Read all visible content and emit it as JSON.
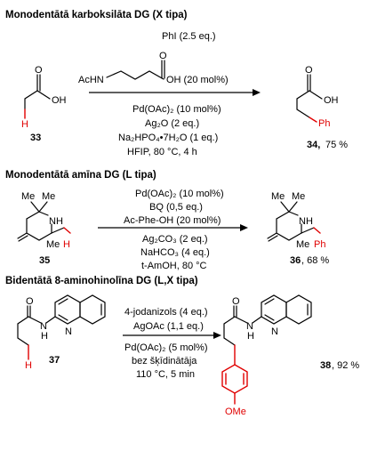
{
  "sections": [
    {
      "header": "Monodentātā karboksilāta DG (X tipa)",
      "reagent_top": "PhI (2.5 eq.)",
      "ligand": {
        "AcHN": "AcHN",
        "O": "O",
        "OH_pct": "OH (20 mol%)"
      },
      "conditions": [
        "Pd(OAc)₂ (10 mol%)",
        "Ag₂O (2 eq.)",
        "Na₂HPO₄•7H₂O (1 eq.)",
        "HFIP, 80 °C, 4 h"
      ],
      "substrate": {
        "O": "O",
        "OH": "OH",
        "H": "H",
        "label": "33"
      },
      "product": {
        "O": "O",
        "OH": "OH",
        "Ph": "Ph",
        "label_num": "34,",
        "yield": "75 %"
      }
    },
    {
      "header": "Monodentātā amīna  DG (L tipa)",
      "conditions": [
        "Pd(OAc)₂ (10 mol%)",
        "BQ (0,5 eq.)",
        "Ac-Phe-OH (20 mol%)",
        "Ag₂CO₃ (2 eq.)",
        "NaHCO₃ (4 eq.)",
        "t-AmOH, 80 °C"
      ],
      "substrate": {
        "Me1": "Me",
        "Me2": "Me",
        "NH": "NH",
        "Me3": "Me",
        "H": "H",
        "label": "35"
      },
      "product": {
        "Me1": "Me",
        "Me2": "Me",
        "NH": "NH",
        "Me3": "Me",
        "Ph": "Ph",
        "label_num": "36",
        "yield": ", 68 %"
      }
    },
    {
      "header": "Bidentātā 8-aminohinolīna DG (L,X tipa)",
      "conditions_top": [
        "4-jodanizols (4 eq.)",
        "AgOAc (1,1 eq.)"
      ],
      "conditions_bottom": [
        "Pd(OAc)₂ (5 mol%)",
        "bez šķīdinātāja",
        "110 °C, 5 min"
      ],
      "substrate": {
        "O": "O",
        "N": "N",
        "NH": "H",
        "H": "H",
        "label": "37"
      },
      "product": {
        "O": "O",
        "N": "N",
        "NH": "H",
        "OMe": "OMe",
        "label_num": "38",
        "yield": ", 92 %"
      }
    }
  ]
}
